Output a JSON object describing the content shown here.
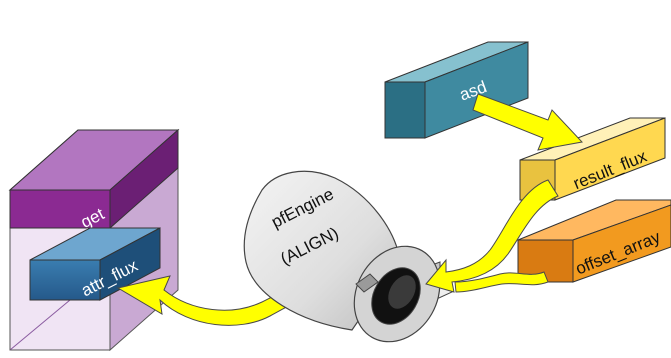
{
  "diagram": {
    "boxes": {
      "asd": "asd",
      "result_flux": "result_flux",
      "offset_array": "offset_array",
      "get": "get",
      "attr_flux": "attr_flux"
    },
    "engine": {
      "name": "pfEngine",
      "mode": "(ALIGN)"
    }
  },
  "colors": {
    "teal": "#3f8aa0",
    "yellow_box": "#ffd850",
    "orange_box": "#f29a1f",
    "purple": "#8b2a92",
    "navy": "#2f6e9a",
    "arrow": "#ffff00",
    "engine_body": "#e6e6e6"
  }
}
